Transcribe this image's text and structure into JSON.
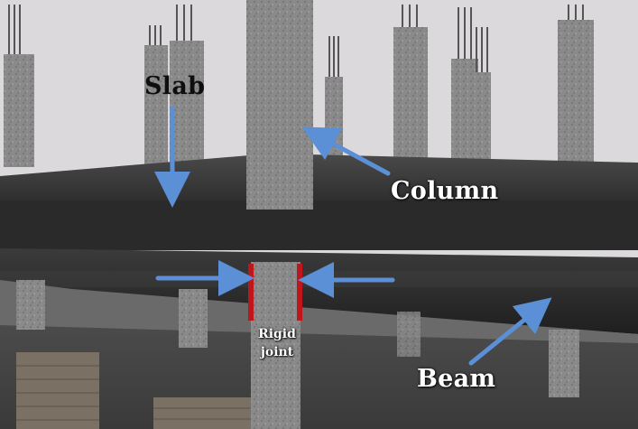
{
  "labels": {
    "slab": "Slab",
    "column": "Column",
    "rigid_joint_line1": "Rigid",
    "rigid_joint_line2": "joint",
    "beam": "Beam"
  },
  "colors": {
    "background": "#dcd9dd",
    "concrete": "#8b8b8b",
    "slab": "#3a3a3a",
    "beam": "#2f2f2f",
    "arrow": "#5b8fd6",
    "joint_marker": "#c0151a"
  }
}
